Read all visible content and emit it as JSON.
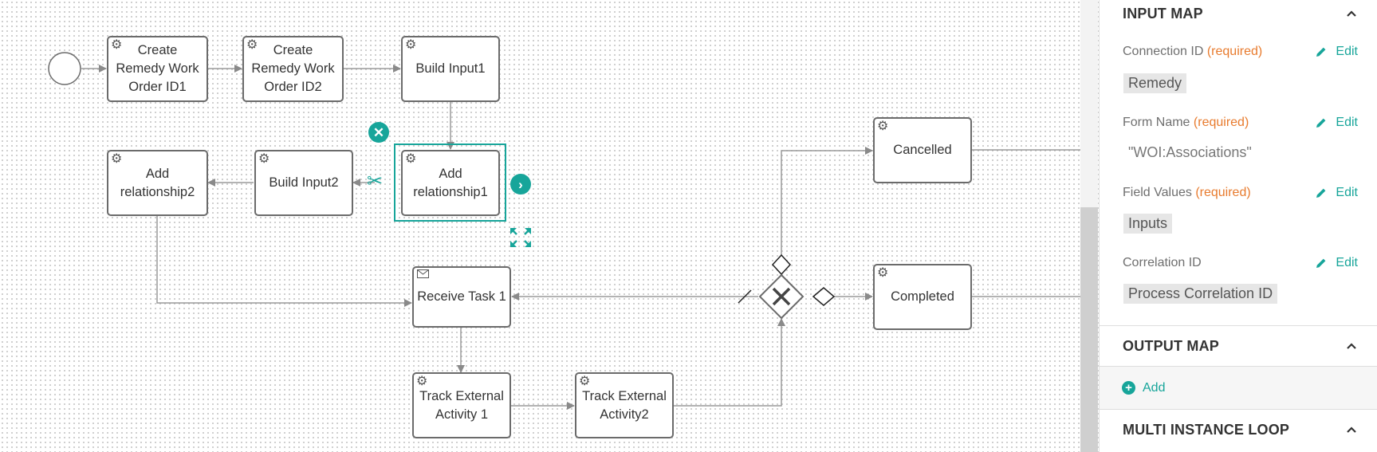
{
  "diagram": {
    "nodes": {
      "create_wo1": "Create Remedy Work Order ID1",
      "create_wo2": "Create Remedy Work Order ID2",
      "build_input1": "Build Input1",
      "add_rel1": "Add relationship1",
      "build_input2": "Build Input2",
      "add_rel2": "Add relationship2",
      "receive_task": "Receive Task 1",
      "track1": "Track External Activity 1",
      "track2": "Track External Activity2",
      "cancelled": "Cancelled",
      "completed": "Completed"
    },
    "icons": {
      "task": "gear-icon",
      "receive": "envelope-icon",
      "start": "start-event-circle",
      "gateway": "exclusive-gateway-x",
      "delete": "close-icon",
      "cut": "scissors-icon",
      "next": "chevron-right-icon",
      "expand": "expand-icon"
    }
  },
  "panel": {
    "input_map": {
      "title": "INPUT MAP",
      "fields": [
        {
          "label": "Connection ID",
          "required": "(required)",
          "edit": "Edit",
          "value": "Remedy"
        },
        {
          "label": "Form Name",
          "required": "(required)",
          "edit": "Edit",
          "value": "\"WOI:Associations\""
        },
        {
          "label": "Field Values",
          "required": "(required)",
          "edit": "Edit",
          "value": "Inputs"
        },
        {
          "label": "Correlation ID",
          "required": "",
          "edit": "Edit",
          "value": "Process Correlation ID"
        }
      ]
    },
    "output_map": {
      "title": "OUTPUT MAP",
      "add": "Add"
    },
    "multi_instance": {
      "title": "MULTI INSTANCE LOOP"
    }
  },
  "colors": {
    "accent": "#17a59a",
    "required": "#e87b2e",
    "border": "#6b6b6b"
  }
}
